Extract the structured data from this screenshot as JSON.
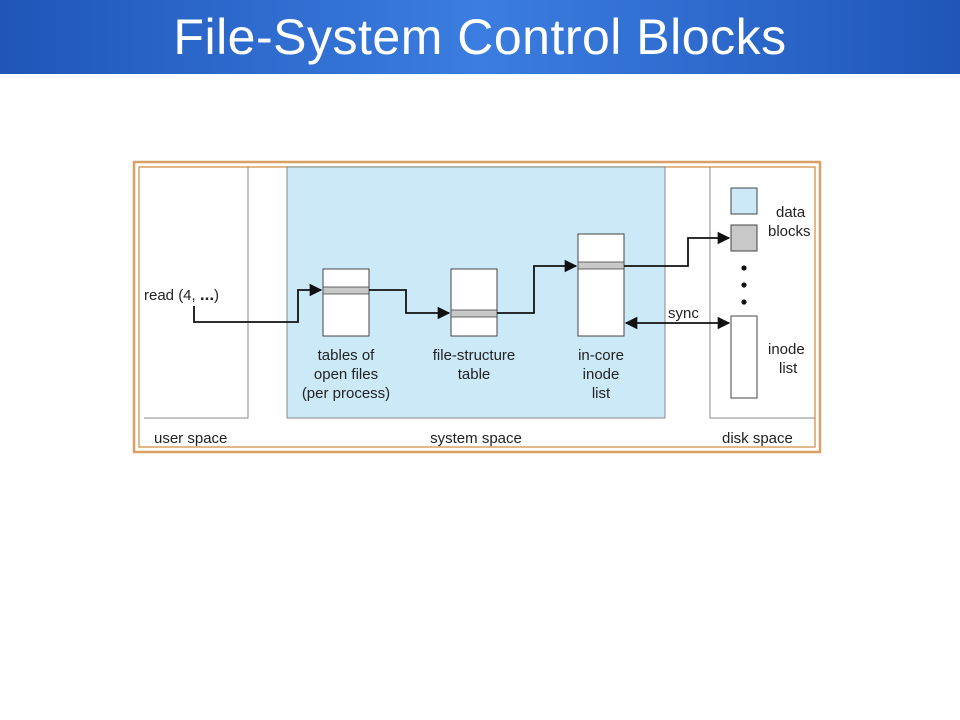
{
  "slide": {
    "title": "File-System Control Blocks"
  },
  "diagram": {
    "read_call": "read (4, ",
    "read_dots": "...",
    "read_close": ")",
    "open_files_label": [
      "tables of",
      "open files",
      "(per process)"
    ],
    "file_structure_label": [
      "file-structure",
      "table"
    ],
    "incore_label": [
      "in-core",
      "inode",
      "list"
    ],
    "sync_label": "sync",
    "data_blocks_label": [
      "data",
      "blocks"
    ],
    "inode_list_label": [
      "inode",
      "list"
    ],
    "regions": [
      "user space",
      "system space",
      "disk space"
    ],
    "colors": {
      "system_space_fill": "#cce9f8",
      "frame_border": "#d9a065",
      "highlight_block": "#cce9f8",
      "gray_block": "#c8c8c8"
    }
  }
}
